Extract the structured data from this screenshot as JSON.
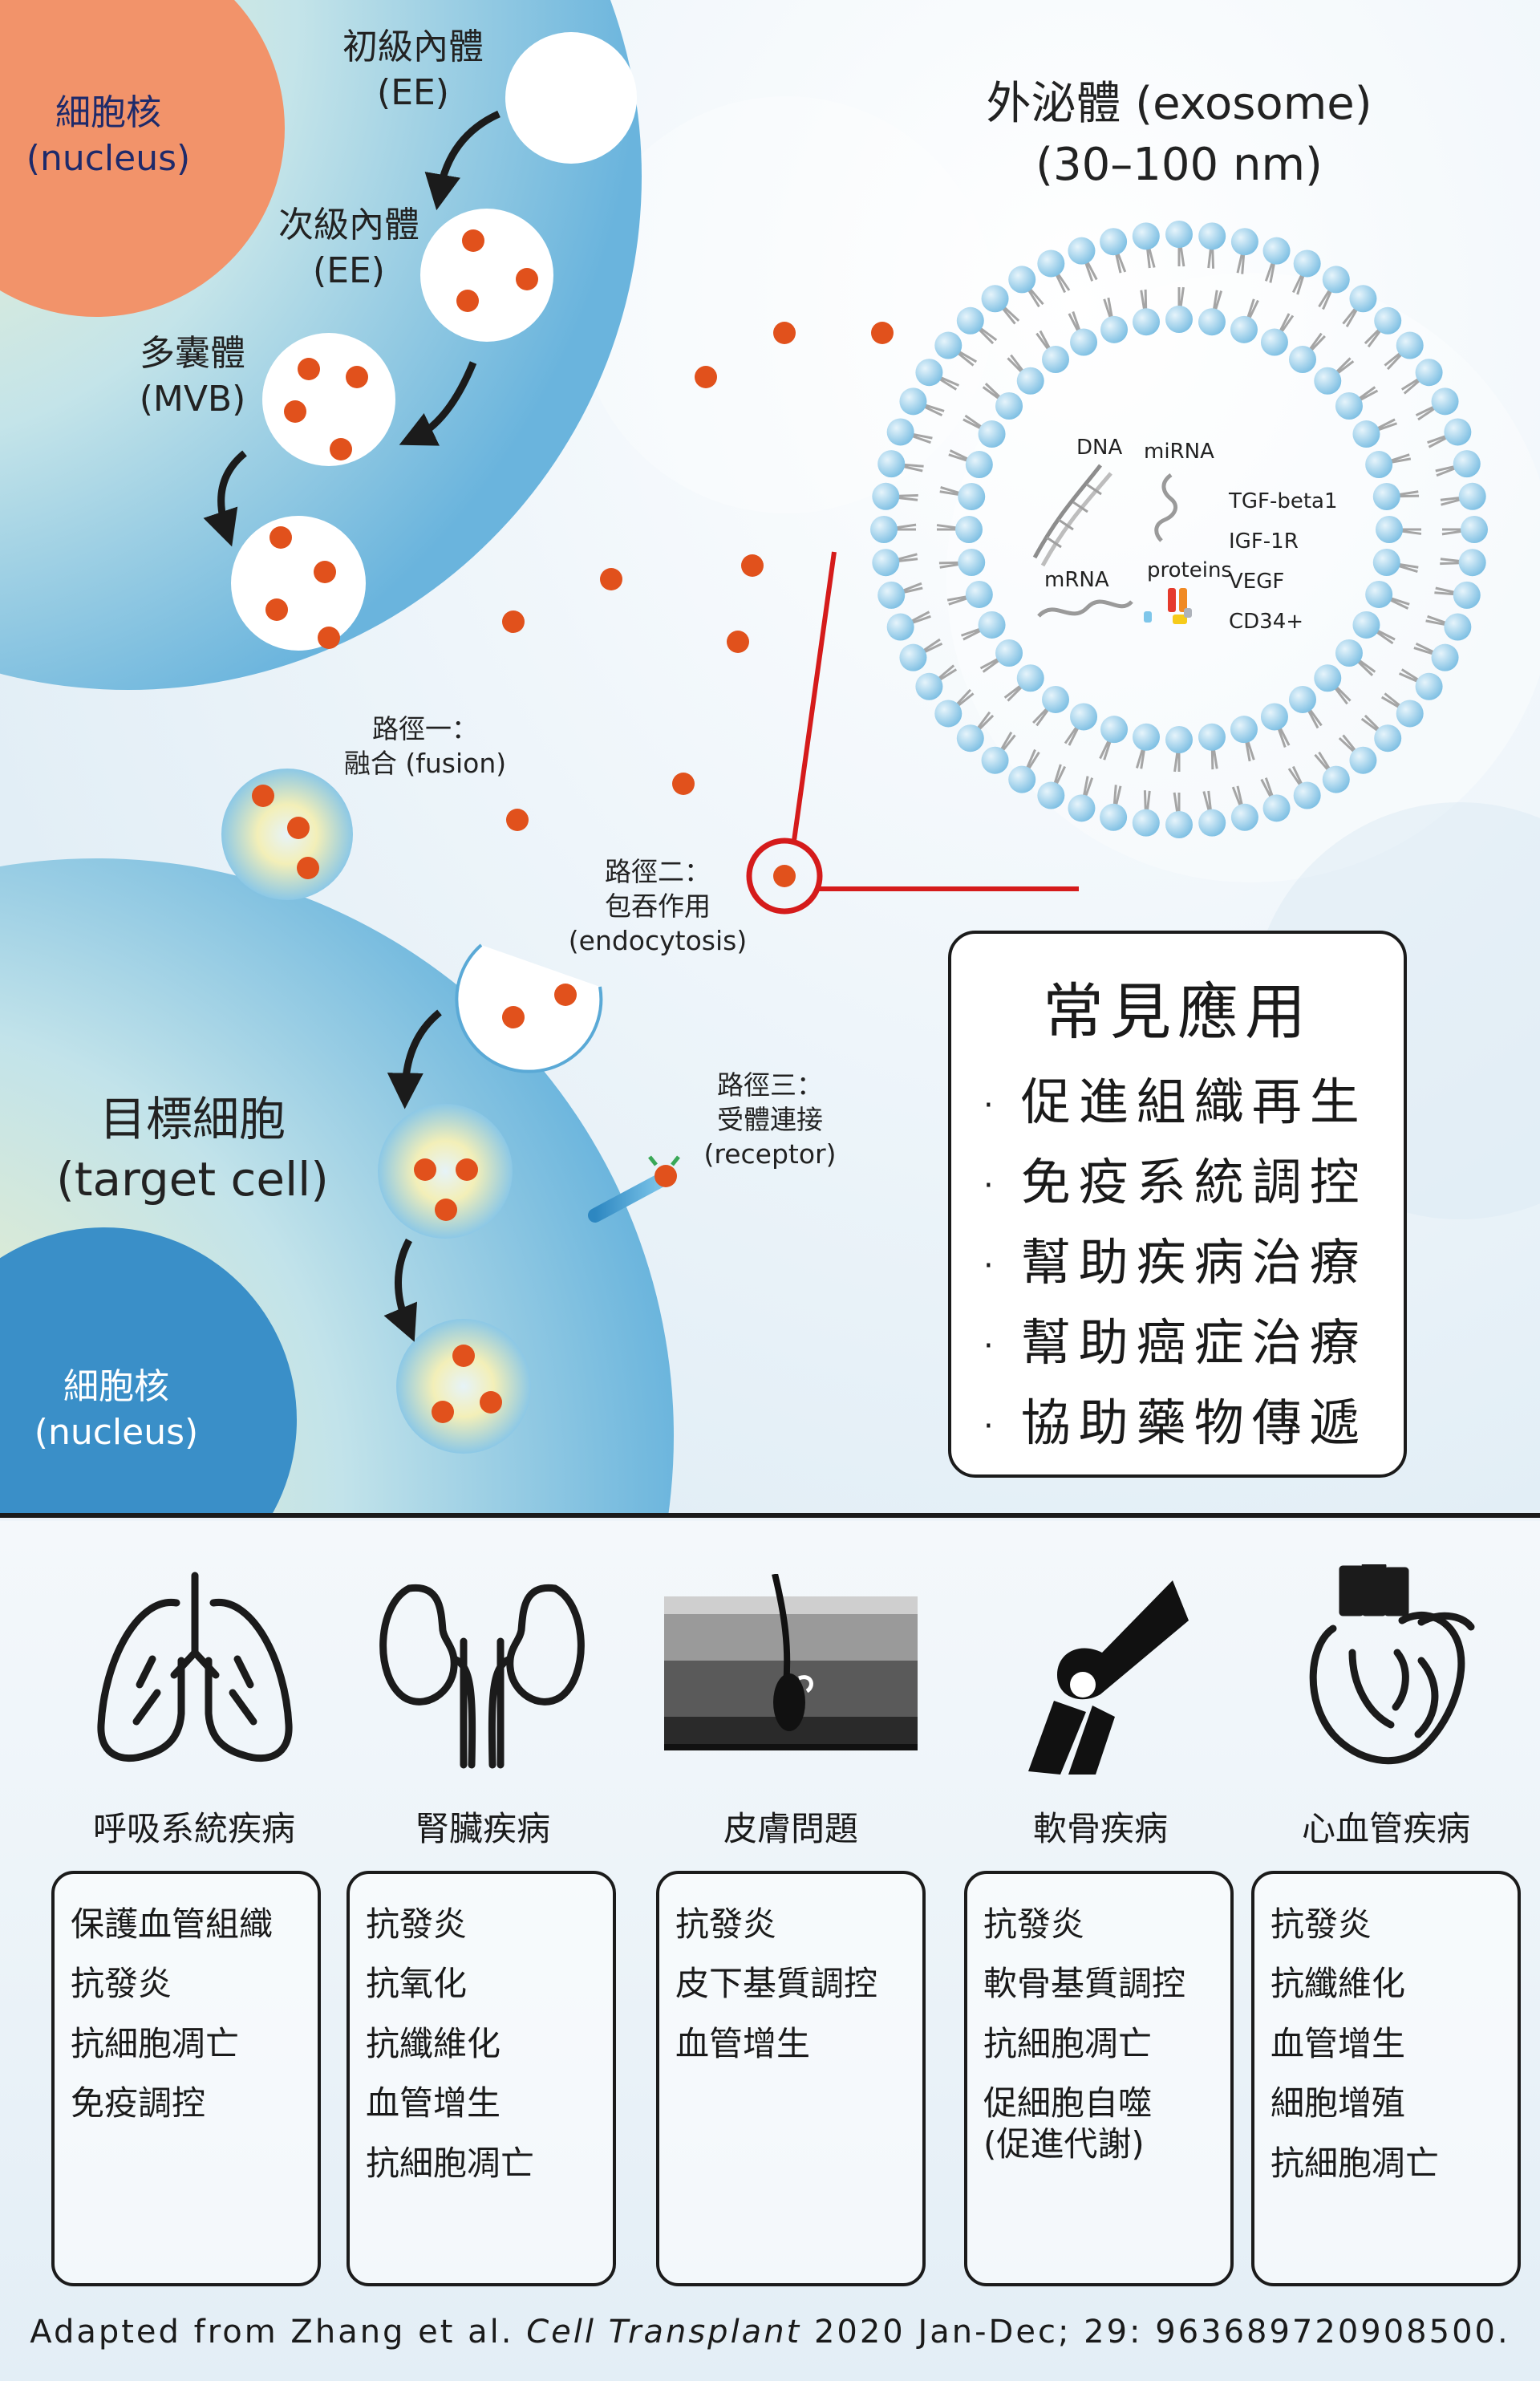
{
  "colors": {
    "vesicle_dot": "#e1511c",
    "membrane_ball": "#8fc8e8",
    "pointer_red": "#d51b1b",
    "nucleus_top": "#f2936a",
    "nucleus_bottom": "#3a8fc8"
  },
  "source_cell": {
    "nucleus": {
      "zh": "細胞核",
      "en": "(nucleus)"
    },
    "early_endosome": {
      "zh": "初級內體",
      "en": "(EE)"
    },
    "late_endosome": {
      "zh": "次級內體",
      "en": "(EE)"
    },
    "mvb": {
      "zh": "多囊體",
      "en": "(MVB)"
    }
  },
  "routes": {
    "fusion": {
      "line1": "路徑一：",
      "line2": "融合 (fusion)"
    },
    "endocytosis": {
      "line1": "路徑二：",
      "line2": "包吞作用",
      "line3": "(endocytosis)"
    },
    "receptor": {
      "line1": "路徑三：",
      "line2": "受體連接",
      "line3": "(receptor)"
    }
  },
  "target_cell": {
    "title": {
      "zh": "目標細胞",
      "en": "(target cell)"
    },
    "nucleus": {
      "zh": "細胞核",
      "en": "(nucleus)"
    }
  },
  "exosome": {
    "title": "外泌體 (exosome)",
    "size": "(30–100 nm)",
    "cargo": {
      "dna": "DNA",
      "mirna": "miRNA",
      "mrna": "mRNA",
      "proteins": "proteins"
    },
    "markers": [
      "TGF-beta1",
      "IGF-1R",
      "VEGF",
      "CD34+"
    ]
  },
  "applications": {
    "title": "常見應用",
    "bullet": "·",
    "items": [
      "促進組織再生",
      "免疫系統調控",
      "幫助疾病治療",
      "幫助癌症治療",
      "協助藥物傳遞"
    ]
  },
  "categories": [
    {
      "icon": "lungs-icon",
      "label": "呼吸系統疾病",
      "items": [
        "保護血管組織",
        "抗發炎",
        "抗細胞凋亡",
        "免疫調控"
      ]
    },
    {
      "icon": "kidneys-icon",
      "label": "腎臟疾病",
      "items": [
        "抗發炎",
        "抗氧化",
        "抗纖維化",
        "血管增生",
        "抗細胞凋亡"
      ]
    },
    {
      "icon": "skin-icon",
      "label": "皮膚問題",
      "items": [
        "抗發炎",
        "皮下基質調控",
        "血管增生"
      ]
    },
    {
      "icon": "knee-joint-icon",
      "label": "軟骨疾病",
      "items": [
        "抗發炎",
        "軟骨基質調控",
        "抗細胞凋亡",
        "促細胞自噬\n(促進代謝)"
      ]
    },
    {
      "icon": "heart-icon",
      "label": "心血管疾病",
      "items": [
        "抗發炎",
        "抗纖維化",
        "血管增生",
        "細胞增殖",
        "抗細胞凋亡"
      ]
    }
  ],
  "citation": {
    "prefix": "Adapted from Zhang et al. ",
    "journal": "Cell Transplant",
    "suffix": " 2020 Jan-Dec; 29: 963689720908500."
  }
}
